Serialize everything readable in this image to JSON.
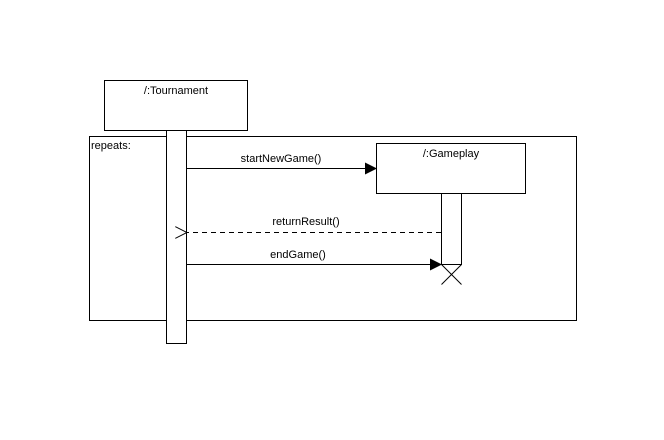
{
  "lifelines": {
    "tournament": {
      "label": "/:Tournament"
    },
    "gameplay": {
      "label": "/:Gameplay"
    }
  },
  "fragment": {
    "label": "repeats:"
  },
  "messages": {
    "start": {
      "label": "startNewGame()",
      "kind": "synchronous"
    },
    "return": {
      "label": "returnResult()",
      "kind": "return"
    },
    "end": {
      "label": "endGame()",
      "kind": "synchronous"
    }
  },
  "colors": {
    "line": "#000000",
    "background": "#ffffff"
  }
}
